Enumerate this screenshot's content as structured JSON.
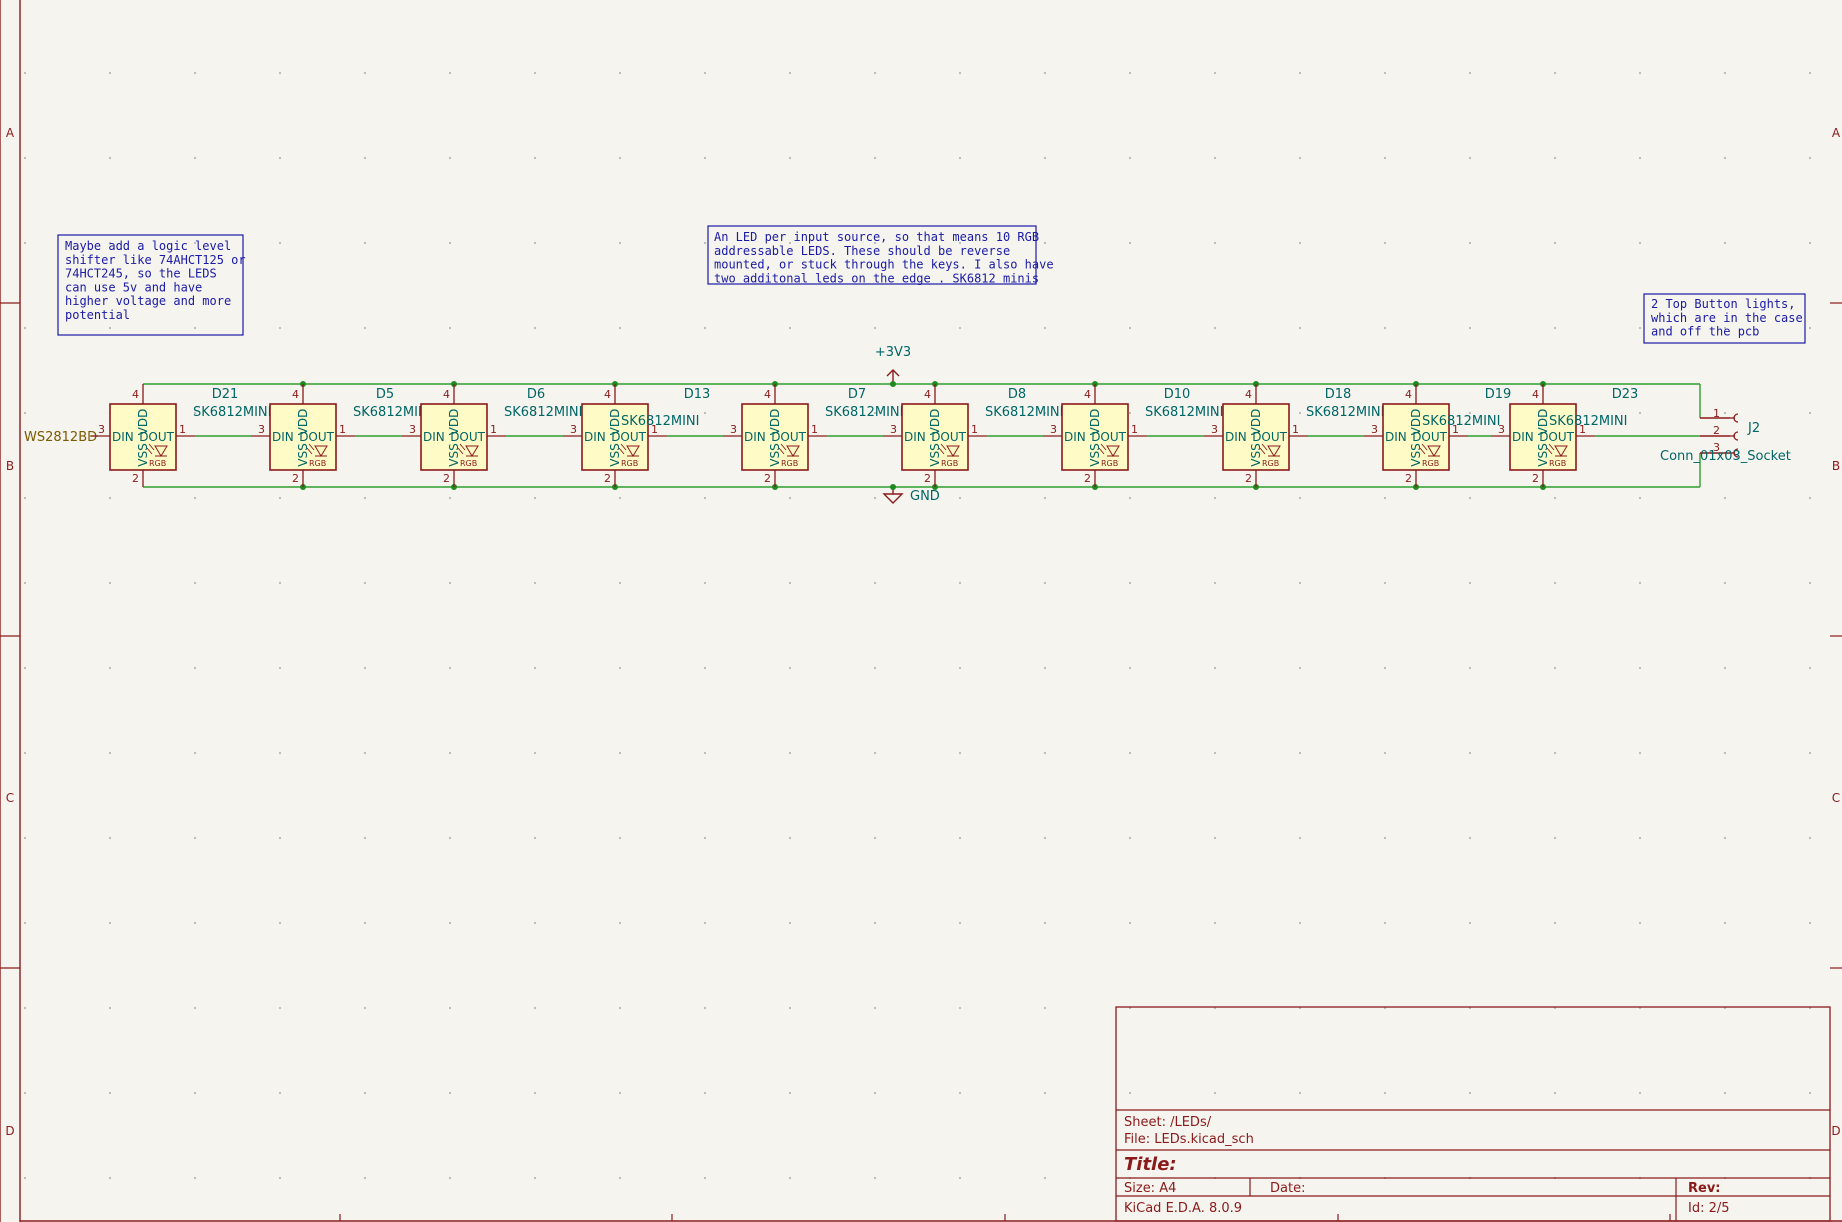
{
  "colors": {
    "background": "#f5f4ef",
    "border": "#8b1a1a",
    "wire": "#2e9e2e",
    "junction": "#1f8a1f",
    "component_body": "#fffbc7",
    "component_outline": "#8b1a1a",
    "pin_text": "#8b1a1a",
    "ref_text": "#006666",
    "note_text": "#1a1aa6",
    "label_text": "#7a5a00"
  },
  "border": {
    "row_letters": [
      "A",
      "B",
      "C",
      "D"
    ]
  },
  "notes": {
    "logic_shifter": [
      "Maybe add a logic level",
      "shifter like 74AHCT125 or",
      "74HCT245, so the LEDS",
      "can use 5v and have",
      "higher voltage and more",
      "potential"
    ],
    "led_per_input": [
      "An LED per input source, so that means 10 RGB",
      "addressable LEDS. These should be reverse",
      "mounted, or stuck through the keys. I also have",
      "two additonal leds on the edge . SK6812 minis"
    ],
    "top_button": [
      "2 Top Button lights,",
      "which are in the case",
      "and off the pcb"
    ]
  },
  "power": {
    "vcc": "+3V3",
    "gnd": "GND"
  },
  "input_label": "WS2812BD",
  "pins": {
    "vdd": "VDD",
    "vss": "VSS",
    "din": "DIN",
    "dout": "DOUT",
    "rgb": "RGB",
    "n1": "1",
    "n2": "2",
    "n3": "3",
    "n4": "4"
  },
  "leds": [
    {
      "ref": "D21",
      "value": "SK6812MINI"
    },
    {
      "ref": "D5",
      "value": "SK6812MINI"
    },
    {
      "ref": "D6",
      "value": "SK6812MINI"
    },
    {
      "ref": "D13",
      "value": "SK6812MINI"
    },
    {
      "ref": "D7",
      "value": "SK6812MINI"
    },
    {
      "ref": "D8",
      "value": "SK6812MINI"
    },
    {
      "ref": "D10",
      "value": "SK6812MINI"
    },
    {
      "ref": "D18",
      "value": "SK6812MINI"
    },
    {
      "ref": "D19",
      "value": "SK6812MINI"
    },
    {
      "ref": "D23",
      "value": "SK6812MINI"
    }
  ],
  "connector": {
    "ref": "J2",
    "value": "Conn_01x03_Socket",
    "pins": [
      "1",
      "2",
      "3"
    ]
  },
  "title_block": {
    "sheet": "Sheet: /LEDs/",
    "file": "File: LEDs.kicad_sch",
    "title": "Title:",
    "size": "Size: A4",
    "date": "Date:",
    "rev": "Rev:",
    "tool": "KiCad E.D.A. 8.0.9",
    "id": "Id: 2/5"
  }
}
